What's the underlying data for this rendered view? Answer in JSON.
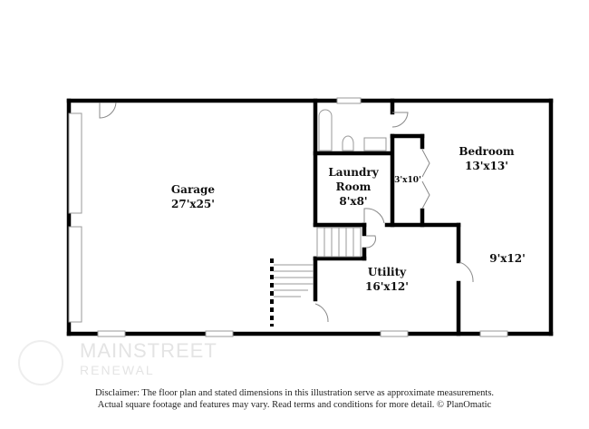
{
  "rooms": {
    "garage": {
      "name": "Garage",
      "size": "27'x25'"
    },
    "laundry": {
      "name_line1": "Laundry",
      "name_line2": "Room",
      "size": "8'x8'"
    },
    "closet": {
      "size": "3'x10'"
    },
    "bedroom": {
      "name": "Bedroom",
      "size": "13'x13'"
    },
    "bedroom_alcove": {
      "size": "9'x12'"
    },
    "utility": {
      "name": "Utility",
      "size": "16'x12'"
    }
  },
  "disclaimer": {
    "line1": "Disclaimer: The floor plan and stated dimensions in this illustration serve as approximate measurements.",
    "line2": "Actual square footage and features may vary. Read terms and conditions for more detail. © PlanOmatic"
  },
  "watermark": {
    "line1": "MAINSTREET",
    "line2": "RENEWAL"
  },
  "colors": {
    "wall": "#000000",
    "fixture": "#999999"
  }
}
